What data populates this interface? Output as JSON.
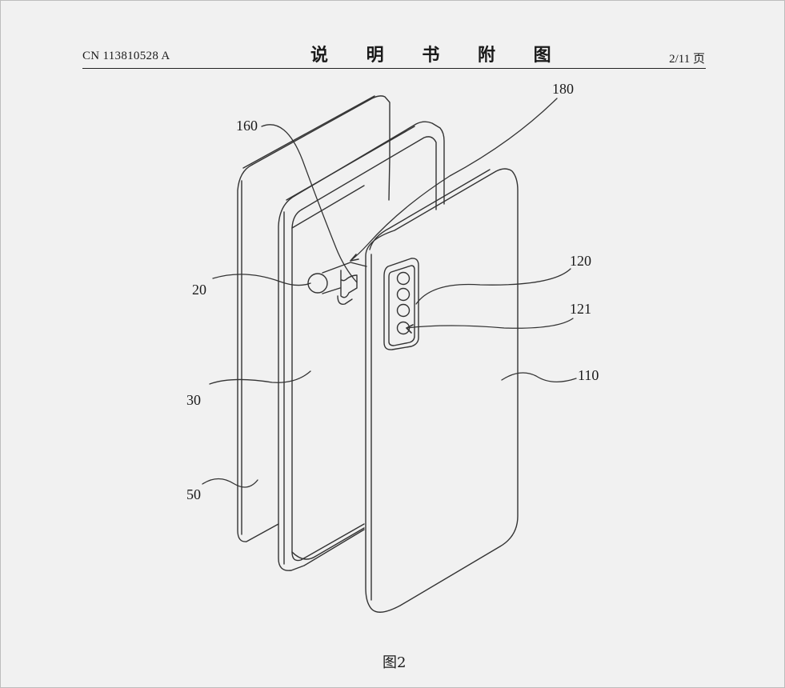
{
  "header": {
    "publication_number": "CN 113810528 A",
    "section_title": "说 明 书 附 图",
    "page_indicator": "2/11 页"
  },
  "labels": {
    "l160": "160",
    "l180": "180",
    "l20": "20",
    "l120": "120",
    "l121": "121",
    "l30": "30",
    "l110": "110",
    "l50": "50"
  },
  "caption": "图2"
}
